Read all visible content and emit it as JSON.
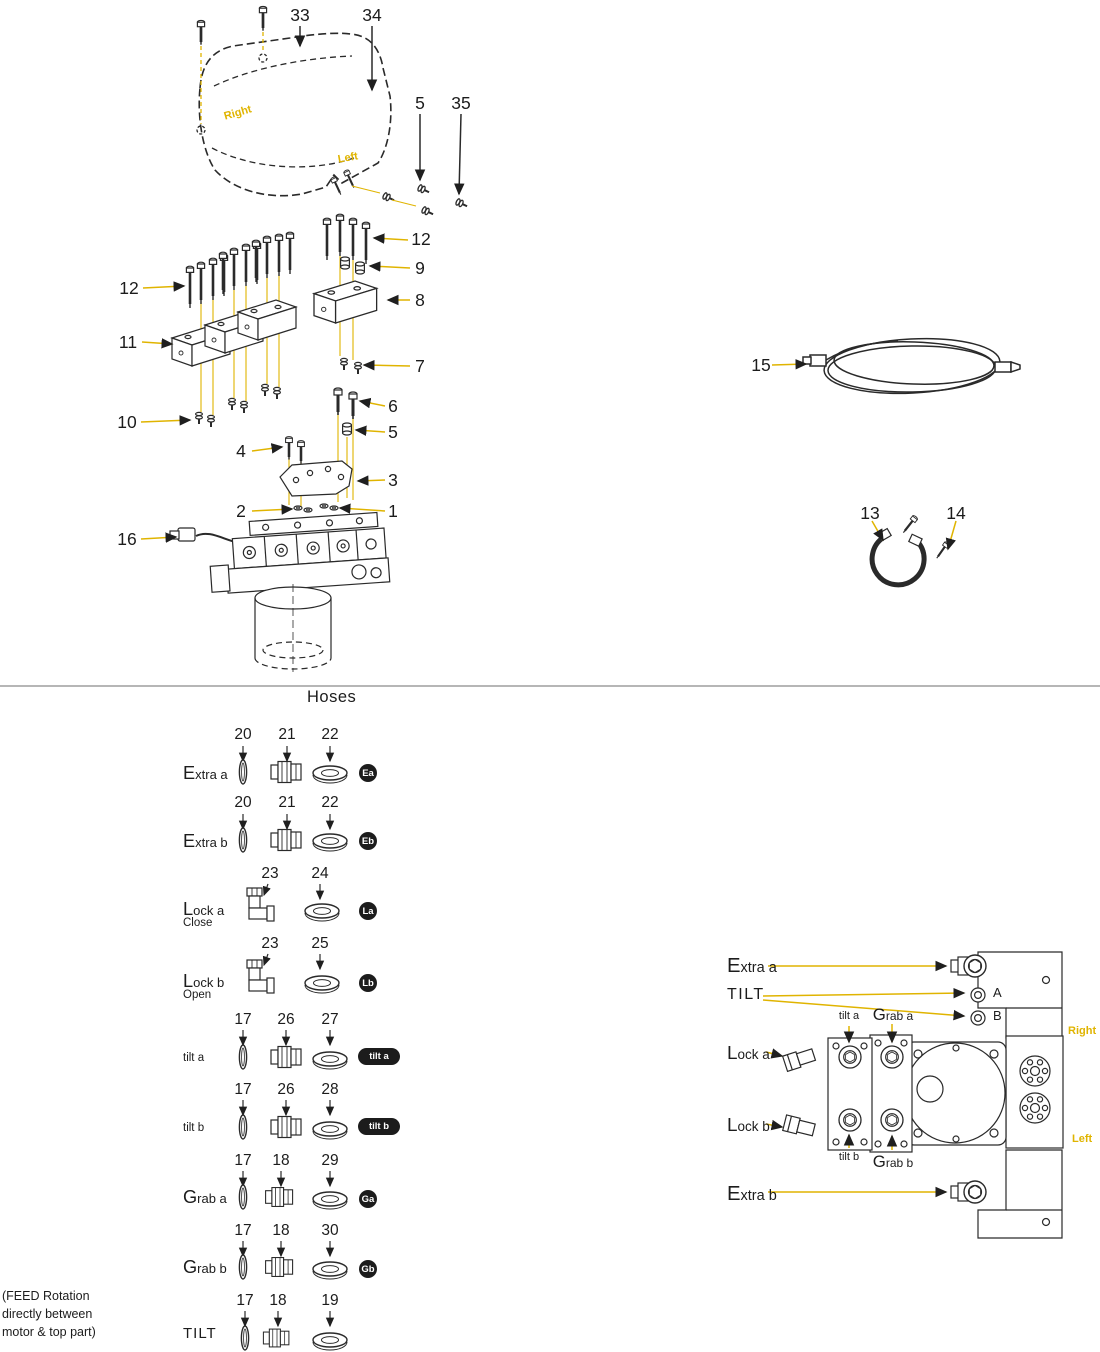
{
  "colors": {
    "accent": "#e0b400",
    "ink": "#1c1c1c"
  },
  "exploded": {
    "callouts": {
      "n33": "33",
      "n34": "34",
      "n5a": "5",
      "n35": "35",
      "n12a": "12",
      "n9": "9",
      "n8": "8",
      "n12b": "12",
      "n11": "11",
      "n7": "7",
      "n10": "10",
      "n6": "6",
      "n5b": "5",
      "n4": "4",
      "n3": "3",
      "n2": "2",
      "n1": "1",
      "n16": "16",
      "n15": "15",
      "n13": "13",
      "n14": "14"
    },
    "cover_labels": {
      "right": "Right",
      "left": "Left"
    }
  },
  "hoses": {
    "title": "Hoses",
    "rows": [
      {
        "label": "Extra a",
        "sub": "",
        "nums": [
          "20",
          "21",
          "22"
        ],
        "badge": "Ea"
      },
      {
        "label": "Extra b",
        "sub": "",
        "nums": [
          "20",
          "21",
          "22"
        ],
        "badge": "Eb"
      },
      {
        "label": "Lock a",
        "sub": "Close",
        "nums": [
          "23",
          "24"
        ],
        "badge": "La"
      },
      {
        "label": "Lock b",
        "sub": "Open",
        "nums": [
          "23",
          "25"
        ],
        "badge": "Lb"
      },
      {
        "label": "tilt a",
        "sub": "",
        "nums": [
          "17",
          "26",
          "27"
        ],
        "badge": "tilt a"
      },
      {
        "label": "tilt b",
        "sub": "",
        "nums": [
          "17",
          "26",
          "28"
        ],
        "badge": "tilt b"
      },
      {
        "label": "Grab a",
        "sub": "",
        "nums": [
          "17",
          "18",
          "29"
        ],
        "badge": "Ga"
      },
      {
        "label": "Grab b",
        "sub": "",
        "nums": [
          "17",
          "18",
          "30"
        ],
        "badge": "Gb"
      },
      {
        "label": "TILT",
        "sub": "",
        "nums": [
          "17",
          "18",
          "19"
        ],
        "badge": ""
      }
    ],
    "feed_note": [
      "(FEED Rotation",
      "directly between",
      "motor & top part)"
    ]
  },
  "manifold": {
    "extra_a": "Extra a",
    "tilt": "TILT",
    "port_a": "A",
    "port_b": "B",
    "tilt_a": "tilt a",
    "grab_a": "Grab a",
    "lock_a": "Lock a",
    "lock_b": "Lock b",
    "tilt_b": "tilt b",
    "grab_b": "Grab b",
    "extra_b": "Extra b",
    "right": "Right",
    "left": "Left"
  }
}
